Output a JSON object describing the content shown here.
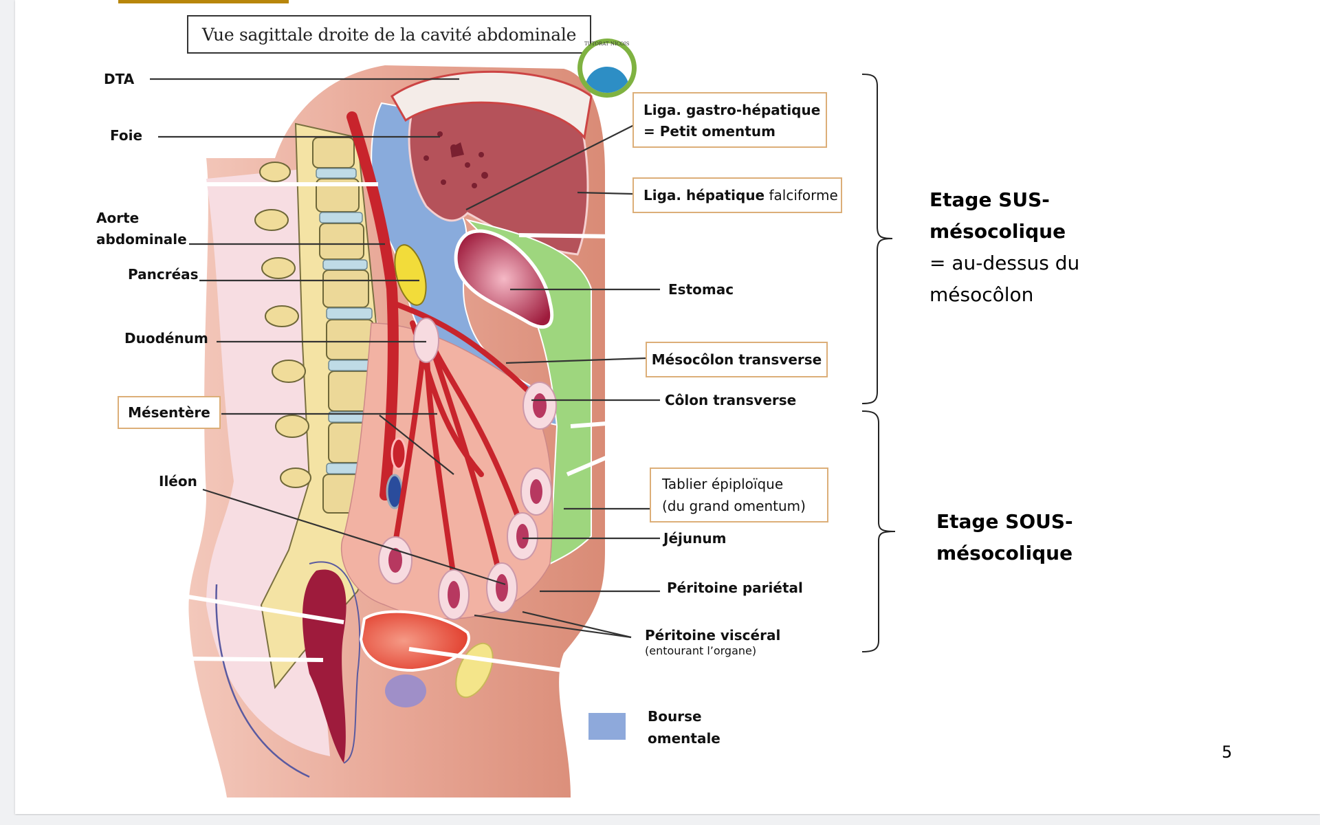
{
  "document": {
    "page_number": "5",
    "figure_title": "Vue sagittale droite de la cavité abdominale",
    "logo": {
      "text": "TUTORAT NICOIS",
      "icon": "tutorat-logo-icon"
    },
    "left_labels": [
      {
        "id": "dta",
        "text": "DTA"
      },
      {
        "id": "foie",
        "text": "Foie"
      },
      {
        "id": "aorte",
        "line1": "Aorte",
        "line2": "abdominale"
      },
      {
        "id": "pancreas",
        "text": "Pancréas"
      },
      {
        "id": "duodenum",
        "text": "Duodénum"
      },
      {
        "id": "mesentere",
        "text": "Mésentère",
        "boxed": true
      },
      {
        "id": "ileon",
        "text": "Iléon"
      }
    ],
    "right_labels": {
      "gastro_hepatique": {
        "line1": "Liga. gastro-hépatique",
        "line2": "= Petit omentum",
        "boxed": true
      },
      "falciforme": {
        "bold": "Liga. hépatique",
        "normal": " falciforme",
        "boxed": true
      },
      "estomac": "Estomac",
      "mesocolon": {
        "text": "Mésocôlon transverse",
        "boxed": true
      },
      "colon": "Côlon transverse",
      "tablier": {
        "line1": "Tablier épiploïque",
        "line2": "(du grand omentum)",
        "boxed": true
      },
      "jejunum": "Jéjunum",
      "peritoine_parietal": "Péritoine pariétal",
      "peritoine_visceral": {
        "line1": "Péritoine viscéral",
        "line2": "(entourant l’organe)"
      }
    },
    "legend": {
      "label_line1": "Bourse",
      "label_line2": "omentale",
      "color": "#8ea9db"
    },
    "etages": {
      "sus": {
        "line1": "Etage SUS-",
        "line2": "mésocolique",
        "line3": "= au-dessus du",
        "line4": "mésocôlon"
      },
      "sous": {
        "line1": "Etage SOUS-",
        "line2": "mésocolique"
      }
    },
    "colors": {
      "box_border": "#dcae78",
      "highlight": "#b8860b",
      "bourse_omentale": "#8ea9db",
      "peritoine_visceral_green": "#9ed67e",
      "artery": "#c8242c",
      "liver": "#b5525a",
      "skin": "#e4a08c"
    }
  }
}
